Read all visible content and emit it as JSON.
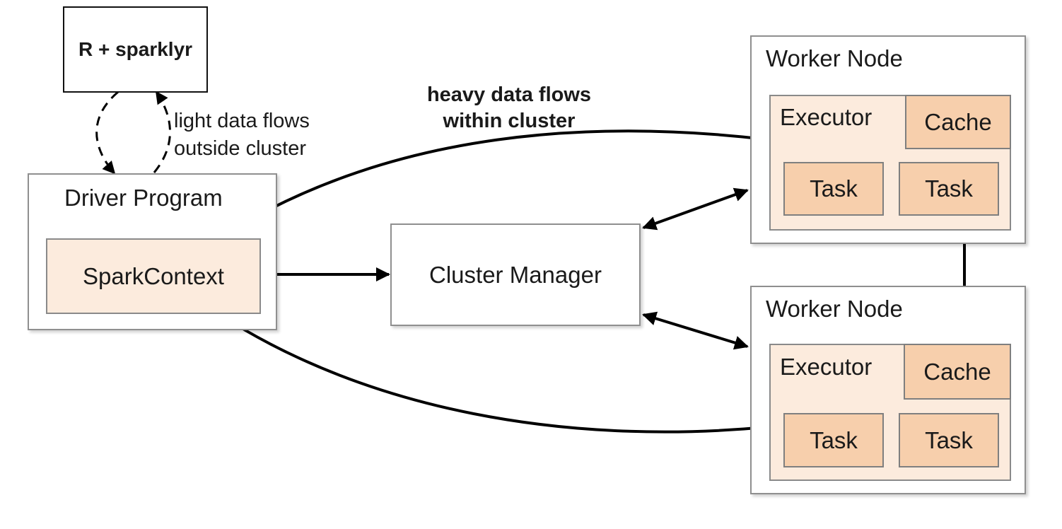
{
  "client": {
    "label": "R + sparklyr"
  },
  "notes": {
    "light": [
      "light data flows",
      "outside cluster"
    ],
    "heavy": [
      "heavy data flows",
      "within cluster"
    ]
  },
  "driver": {
    "title": "Driver Program",
    "context": "SparkContext"
  },
  "manager": {
    "label": "Cluster Manager"
  },
  "workers": [
    {
      "title": "Worker Node",
      "executor": "Executor",
      "cache": "Cache",
      "tasks": [
        "Task",
        "Task"
      ]
    },
    {
      "title": "Worker Node",
      "executor": "Executor",
      "cache": "Cache",
      "tasks": [
        "Task",
        "Task"
      ]
    }
  ],
  "colors": {
    "executor_fill": "#fcebdd",
    "task_fill": "#f7cfac",
    "border": "#8f8f8f",
    "arrow": "#000000"
  }
}
